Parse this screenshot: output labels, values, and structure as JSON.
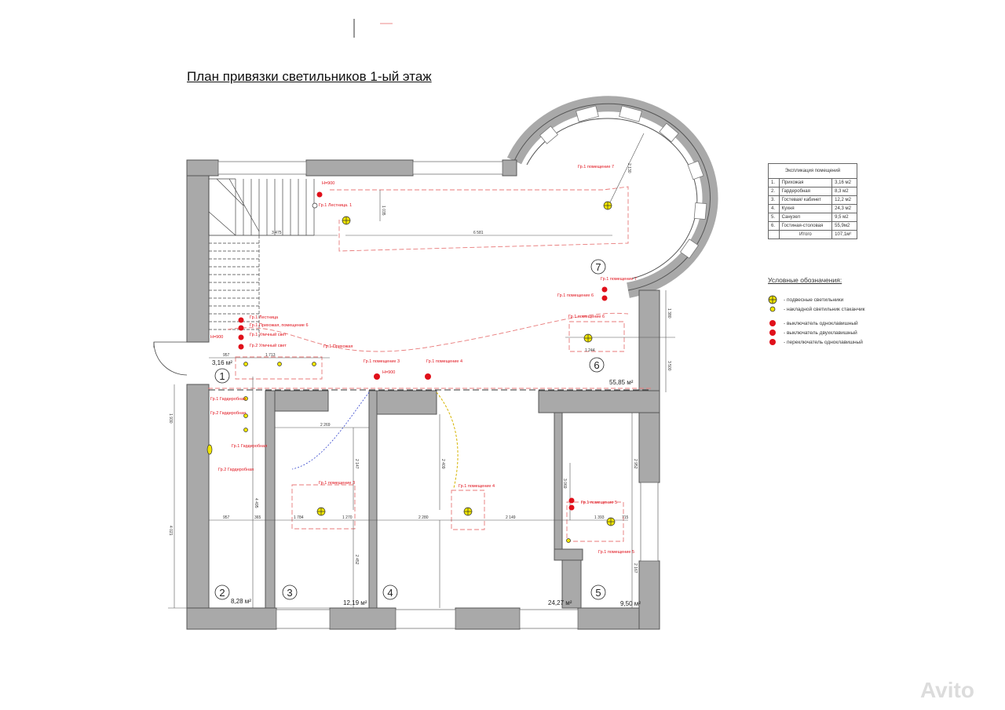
{
  "title": "План привязки светильников 1-ый этаж",
  "explication": {
    "header": "Экспликация помещений",
    "rows": [
      {
        "n": "1.",
        "name": "Прихожая",
        "area": "3,16 м2"
      },
      {
        "n": "2.",
        "name": "Гардеробная",
        "area": "8,3 м2"
      },
      {
        "n": "3.",
        "name": "Гостевая/ кабинет",
        "area": "12,2 м2"
      },
      {
        "n": "4.",
        "name": "Кухня",
        "area": "24,3 м2"
      },
      {
        "n": "5.",
        "name": "Санузел",
        "area": "9,5 м2"
      },
      {
        "n": "6.",
        "name": "Гостиная-столовая",
        "area": "55,9м2"
      }
    ],
    "total_label": "Итого",
    "total_area": "107,1м²"
  },
  "legend": {
    "title": "Условные обозначения:",
    "items": [
      "- подвесные светильники",
      "- накладной светильник стаканчик",
      "- выключатель одноклавишный",
      "- выключатель двухклавишный",
      "- переключатель одноклавишный"
    ]
  },
  "rooms": [
    {
      "num": "1",
      "area": "3,16 м²"
    },
    {
      "num": "2",
      "area": "8,28 м²"
    },
    {
      "num": "3",
      "area": "12,19 м²"
    },
    {
      "num": "4",
      "area": "24,27 м²"
    },
    {
      "num": "5",
      "area": "9,50 м²"
    },
    {
      "num": "6",
      "area": "55,85 м²"
    },
    {
      "num": "7",
      "area": ""
    }
  ],
  "labels": {
    "gr1_room7": "Гр.1 помещение 7",
    "gr1_room7b": "Гр.1 помещение 7",
    "gr1_room6": "Гр.1 помещение 6",
    "gr1_room6b": "Гр.1 помещение 6",
    "gr1_room3": "Гр.1 помещение 3",
    "gr1_room3b": "Гр.1 помещение 3",
    "gr1_room4": "Гр.1 помещение 4",
    "gr1_room4b": "Гр.1 помещение 4",
    "gr1_room5": "Гр.1 помещение 5",
    "gr1_room5b": "Гр.1 помещение 5",
    "gr1_stair": "Гр.1 Лестница",
    "gr1_stair1": "Гр.1 Лестница. 1",
    "gr1_entry_room6": "Гр.1 Прихожая, помещение 6",
    "gr1_street": "Гр.1 Уличный свет",
    "gr2_street": "Гр.2 Уличный свет",
    "gr1_entry": "Гр.1 Прихожая",
    "gr1_wardrobe": "Гр.1 Гардеробная",
    "gr2_wardrobe": "Гр.2 Гардеробная",
    "gr1_wardrobe2": "Гр.1 Гардеробная",
    "gr2_wardrobe2": "Гр.2 Гардеробная",
    "h900": "H=900"
  },
  "dimensions": [
    "6 581",
    "3 475",
    "1 035",
    "2 130",
    "1 380",
    "1 713",
    "957",
    "3 500",
    "1 244",
    "2 269",
    "2 147",
    "2 409",
    "2 452",
    "1 784",
    "1 270",
    "2 280",
    "2 149",
    "1 393",
    "715",
    "3 069",
    "2 952",
    "2 167",
    "4 495",
    "4 021",
    "1 930",
    "957",
    "365"
  ],
  "colors": {
    "wall": "#a9a9a9",
    "dim": "#555555",
    "switch": "#e0101a",
    "lamp": "#f2e600",
    "dash": "#e87a7a"
  }
}
